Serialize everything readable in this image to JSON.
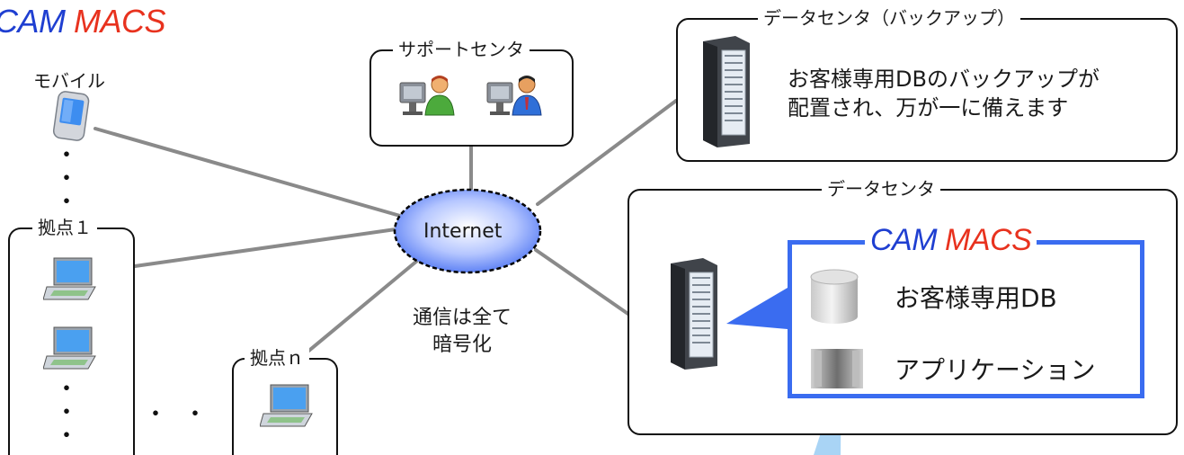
{
  "brand": {
    "word1": "CAM",
    "word2": "MACS"
  },
  "mobile": {
    "label": "モバイル"
  },
  "support_center": {
    "label": "サポートセンタ"
  },
  "backup_center": {
    "label": "データセンタ（バックアップ）",
    "description_line1": "お客様専用DBのバックアップが",
    "description_line2": "配置され、万が一に備えます"
  },
  "internet": {
    "label": "Internet"
  },
  "encryption_note": {
    "line1": "通信は全て",
    "line2": "暗号化"
  },
  "site1": {
    "label": "拠点１"
  },
  "siten": {
    "label": "拠点ｎ"
  },
  "data_center": {
    "label": "データセンタ",
    "brand_word1": "CAM",
    "brand_word2": "MACS",
    "db_label": "お客様専用DB",
    "app_label": "アプリケーション"
  },
  "colors": {
    "brand_blue": "#1f3fd1",
    "brand_red": "#e8321e",
    "frame_blue": "#3a6cf0",
    "line_gray": "#8a8a8a",
    "internet_fill": "#7f9dff"
  }
}
